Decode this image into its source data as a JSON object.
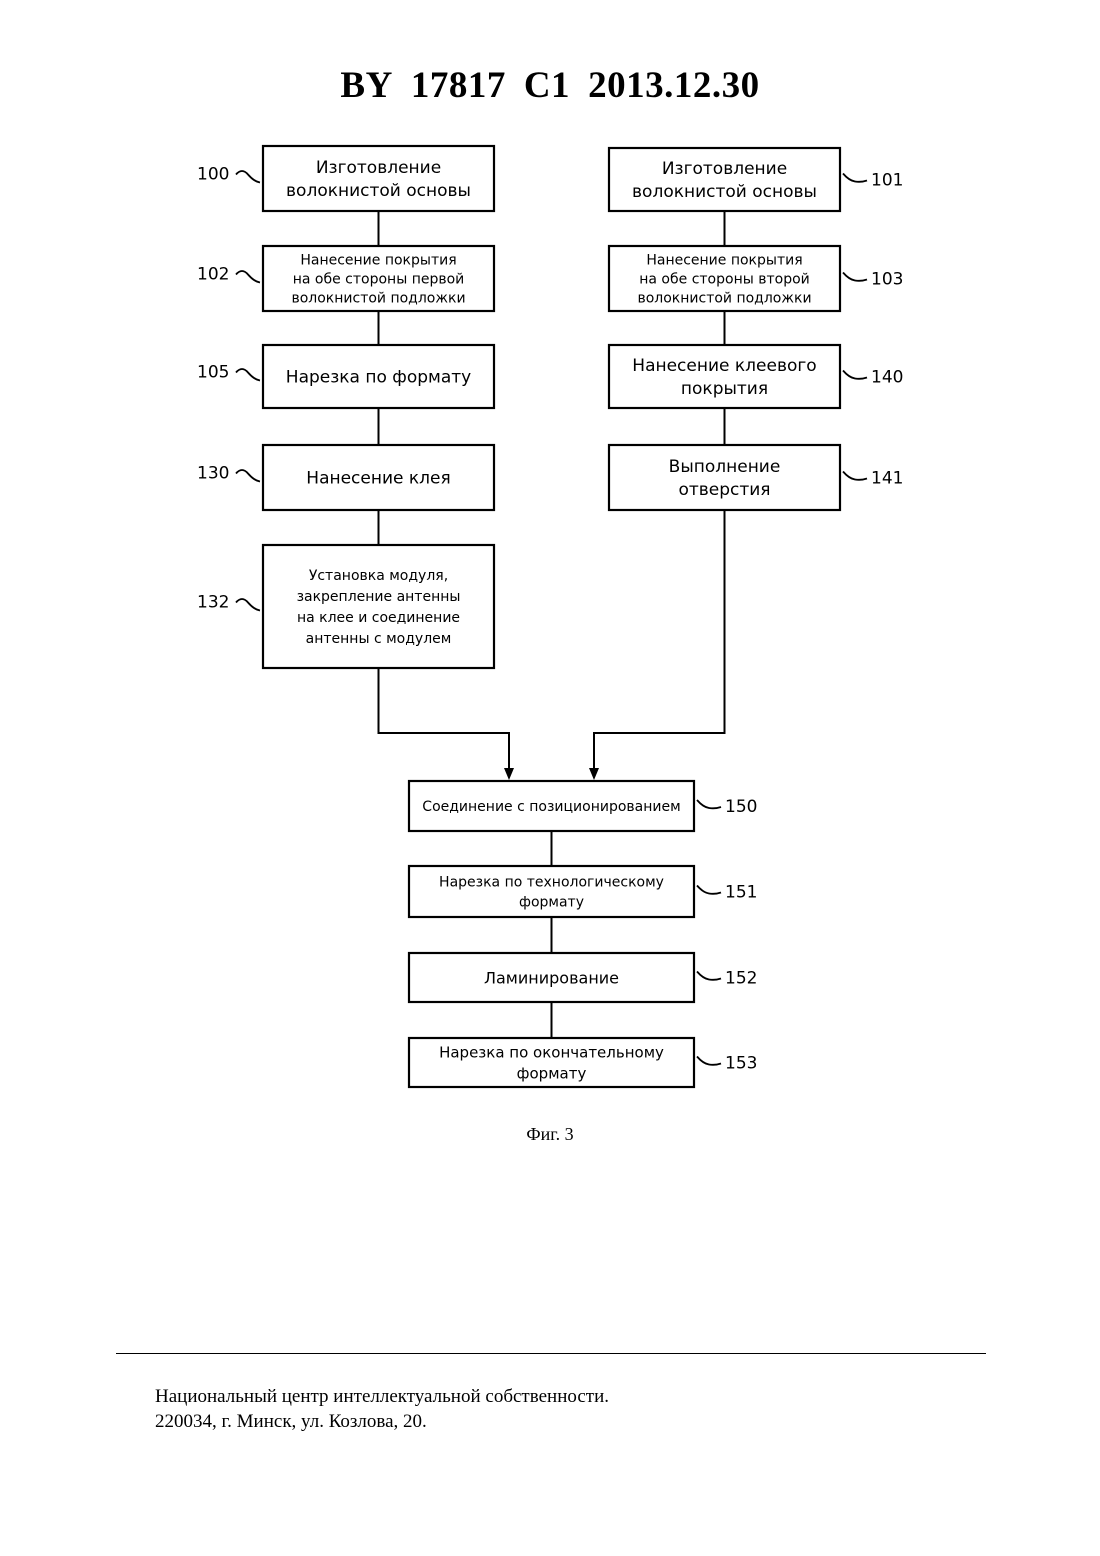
{
  "header": {
    "country": "BY",
    "number": "17817",
    "kind": "C1",
    "date": "2013.12.30"
  },
  "diagram": {
    "steps": [
      {
        "id": "100",
        "lines": [
          "Изготовление",
          "волокнистой основы"
        ]
      },
      {
        "id": "102",
        "lines": [
          "Нанесение покрытия",
          "на обе стороны первой",
          "волокнистой подложки"
        ]
      },
      {
        "id": "105",
        "lines": [
          "Нарезка по формату"
        ]
      },
      {
        "id": "130",
        "lines": [
          "Нанесение клея"
        ]
      },
      {
        "id": "132",
        "lines": [
          "Установка модуля,",
          "закрепление антенны",
          "на клее и соединение",
          "антенны  с модулем"
        ]
      },
      {
        "id": "101",
        "lines": [
          "Изготовление",
          "волокнистой основы"
        ]
      },
      {
        "id": "103",
        "lines": [
          "Нанесение покрытия",
          "на обе стороны второй",
          "волокнистой подложки"
        ]
      },
      {
        "id": "140",
        "lines": [
          "Нанесение клеевого",
          "покрытия"
        ]
      },
      {
        "id": "141",
        "lines": [
          "Выполнение",
          "отверстия"
        ]
      },
      {
        "id": "150",
        "lines": [
          "Соединение с позиционированием"
        ]
      },
      {
        "id": "151",
        "lines": [
          "Нарезка по технологическому",
          "формату"
        ]
      },
      {
        "id": "152",
        "lines": [
          "Ламинирование"
        ]
      },
      {
        "id": "153",
        "lines": [
          "Нарезка по окончательному",
          "формату"
        ]
      }
    ],
    "flows": [
      [
        "100",
        "102"
      ],
      [
        "102",
        "105"
      ],
      [
        "105",
        "130"
      ],
      [
        "130",
        "132"
      ],
      [
        "132",
        "150"
      ],
      [
        "101",
        "103"
      ],
      [
        "103",
        "140"
      ],
      [
        "140",
        "141"
      ],
      [
        "141",
        "150"
      ],
      [
        "150",
        "151"
      ],
      [
        "151",
        "152"
      ],
      [
        "152",
        "153"
      ]
    ]
  },
  "caption": "Фиг. 3",
  "footer": {
    "line1": "Национальный центр интеллектуальной собственности.",
    "line2": "220034, г. Минск, ул. Козлова, 20."
  }
}
